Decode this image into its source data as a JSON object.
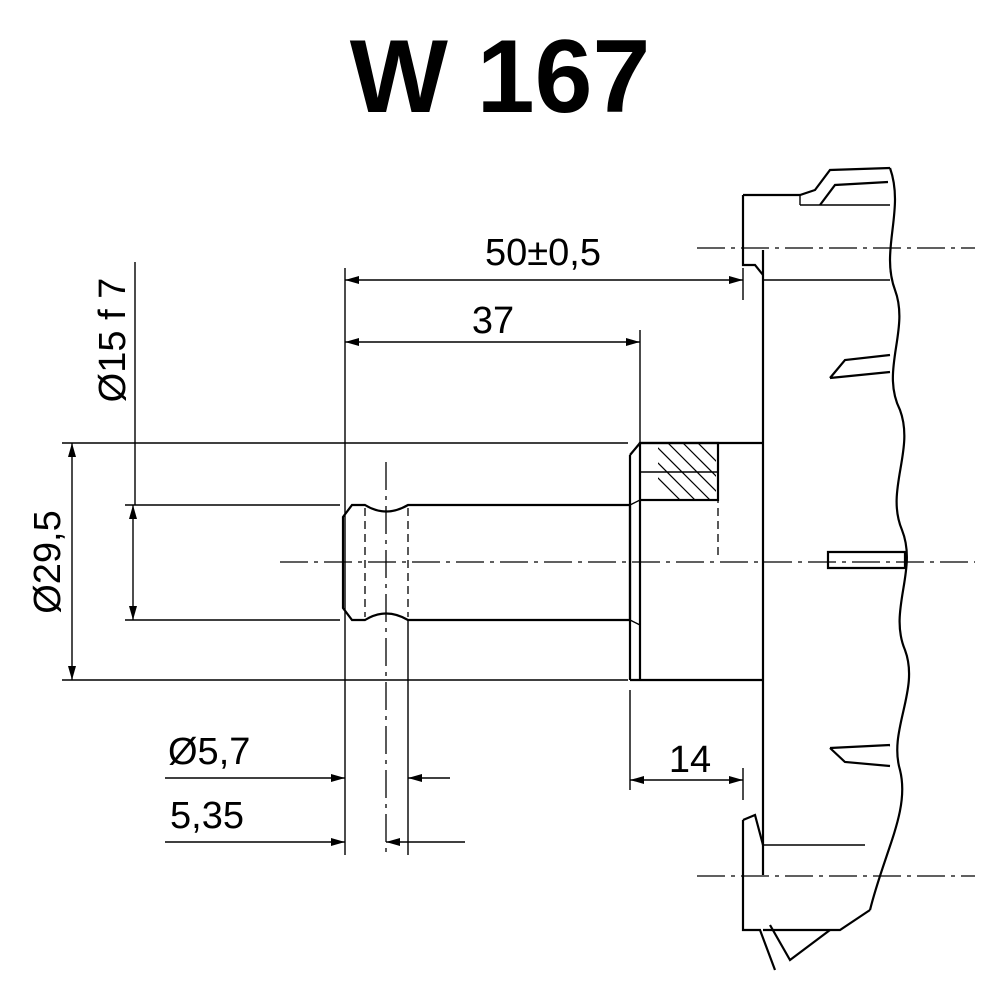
{
  "title": "W 167",
  "dimensions": {
    "flange_distance": "50±0,5",
    "shaft_length": "37",
    "shaft_diameter": "Ø15 f 7",
    "boss_diameter": "Ø29,5",
    "hole_diameter": "Ø5,7",
    "hole_position": "5,35",
    "boss_length": "14"
  }
}
